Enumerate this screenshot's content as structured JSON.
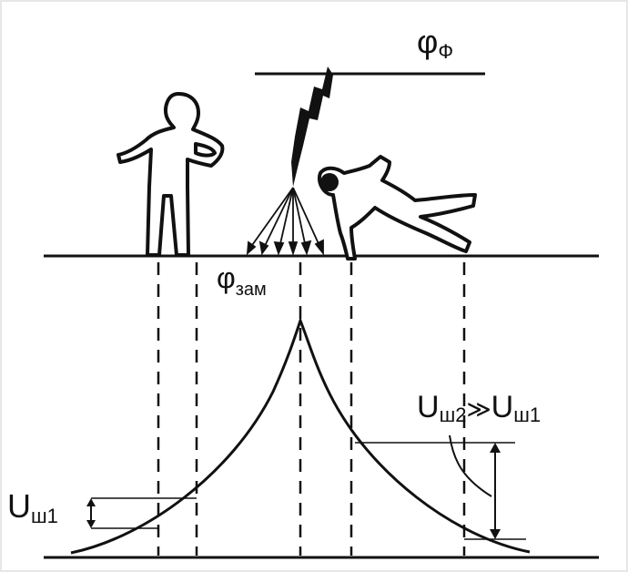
{
  "labels": {
    "phi_symbol": "φ",
    "phase_subscript": "Ф",
    "ground_subscript": "зам",
    "u_symbol": "U",
    "u1_subscript": "ш1",
    "u2_subscript": "ш2",
    "much_greater": "≫"
  },
  "colors": {
    "ink": "#111111",
    "frame": "#e6e6e6",
    "background": "#ffffff"
  }
}
